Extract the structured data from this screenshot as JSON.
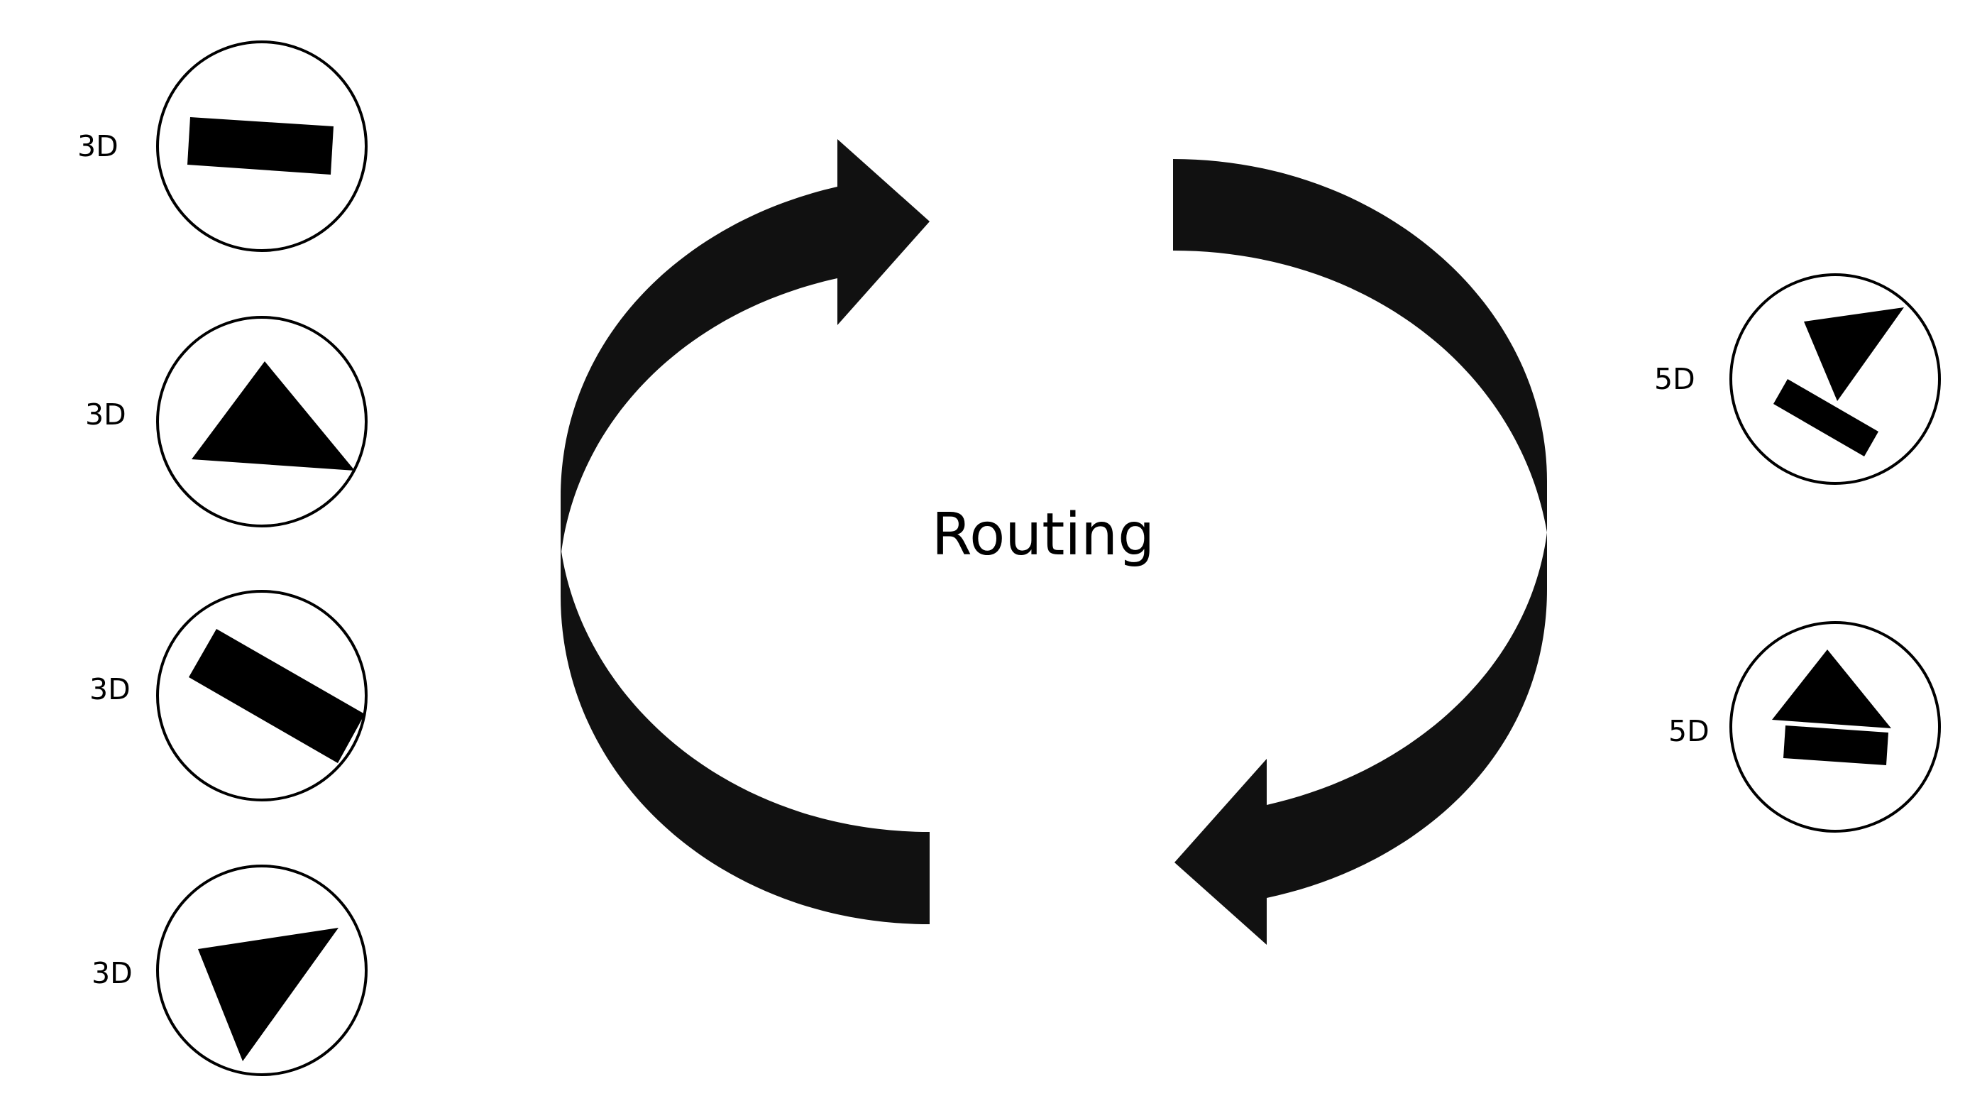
{
  "title": "Routing",
  "colors": {
    "arrow": "#111111",
    "shape": "#000000",
    "background": "#ffffff"
  },
  "left_items": [
    {
      "label": "3D",
      "shape": "bar"
    },
    {
      "label": "3D",
      "shape": "triangle"
    },
    {
      "label": "3D",
      "shape": "bar"
    },
    {
      "label": "3D",
      "shape": "triangle"
    }
  ],
  "right_items": [
    {
      "label": "5D",
      "shape": "triangle-and-bar"
    },
    {
      "label": "5D",
      "shape": "triangle-and-bar"
    }
  ]
}
